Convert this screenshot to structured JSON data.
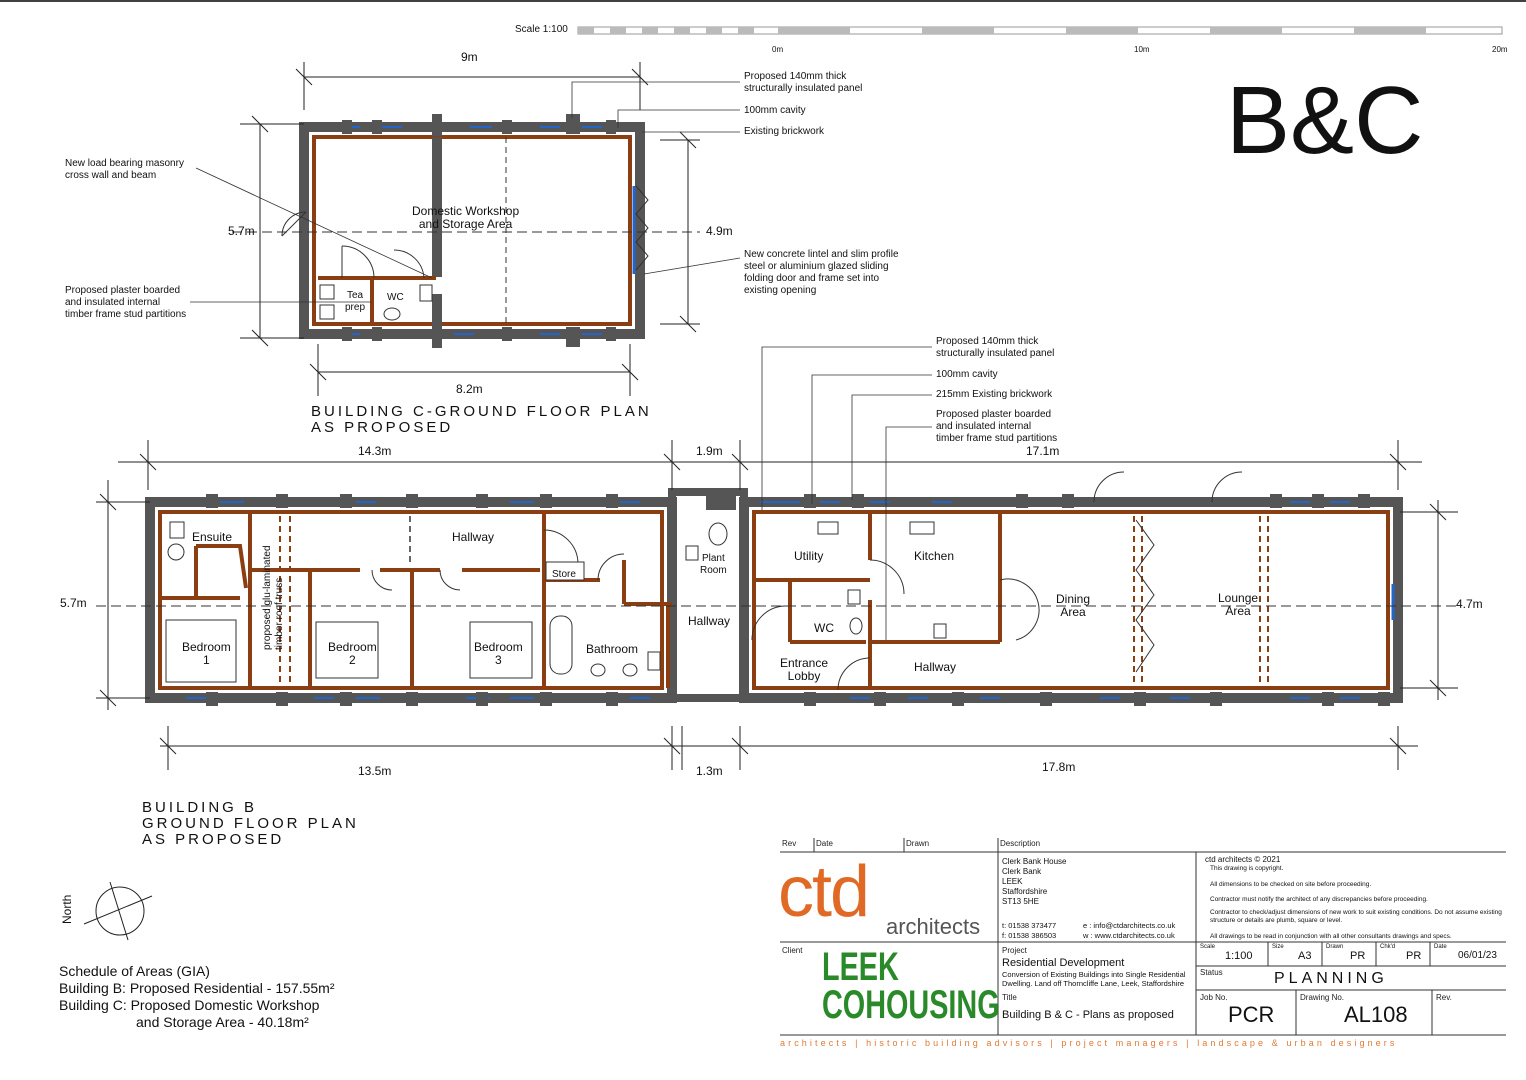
{
  "scale_bar": {
    "label": "Scale 1:100",
    "ticks": [
      "0m",
      "10m",
      "20m"
    ]
  },
  "big_title": "B&C",
  "building_c": {
    "dims": {
      "top": "9m",
      "bottom": "8.2m",
      "left": "5.7m",
      "right": "4.9m"
    },
    "rooms": {
      "workshop": "Domestic Workshop\nand Storage Area",
      "tea": "Tea\nprep",
      "wc": "WC"
    },
    "notes": {
      "panel": "Proposed 140mm thick\nstructurally insulated panel",
      "cavity": "100mm cavity",
      "brick": "Existing brickwork",
      "lintel": "New concrete lintel and slim profile\nsteel or aluminium glazed sliding\nfolding door and frame set into\nexisting opening",
      "crosswall": "New load bearing masonry\ncross wall and beam",
      "partition": "Proposed plaster boarded\nand insulated internal\ntimber frame stud partitions"
    },
    "caption": "BUILDING C-GROUND FLOOR PLAN\nAS PROPOSED"
  },
  "building_b": {
    "dims": {
      "top_left": "14.3m",
      "top_mid": "1.9m",
      "top_right": "17.1m",
      "bottom_left": "13.5m",
      "bottom_mid": "1.3m",
      "bottom_right": "17.8m",
      "left": "5.7m",
      "right": "4.7m"
    },
    "rooms": {
      "ensuite": "Ensuite",
      "hallway_top": "Hallway",
      "store": "Store",
      "plant": "Plant\nRoom",
      "utility": "Utility",
      "kitchen": "Kitchen",
      "dining": "Dining\nArea",
      "lounge": "Lounge\nArea",
      "bed1": "Bedroom\n1",
      "bed2": "Bedroom\n2",
      "bed3": "Bedroom\n3",
      "bathroom": "Bathroom",
      "hallway_mid": "Hallway",
      "wc": "WC",
      "lobby": "Entrance\nLobby",
      "hallway_bottom": "Hallway",
      "truss": "proposed glu-laminated\ntimber roof truss"
    },
    "notes": {
      "panel": "Proposed 140mm thick\nstructurally insulated panel",
      "cavity": "100mm cavity",
      "brick": "215mm Existing brickwork",
      "partition": "Proposed plaster boarded\nand insulated internal\ntimber frame stud partitions"
    },
    "caption": "BUILDING B\nGROUND FLOOR PLAN\nAS PROPOSED"
  },
  "north": "North",
  "schedule": {
    "title": "Schedule of Areas (GIA)",
    "line1": "Building B: Proposed Residential - 157.55m²",
    "line2": "Building C: Proposed Domestic Workshop",
    "line3": "and Storage Area - 40.18m²"
  },
  "title_block": {
    "headers": {
      "rev": "Rev",
      "date": "Date",
      "drawn": "Drawn",
      "description": "Description"
    },
    "logo_main": "ctd",
    "logo_sub": "architects",
    "address": "Clerk Bank House\nClerk Bank\nLEEK\nStaffordshire\nST13 5HE",
    "tel": "t: 01538 373477\nf: 01538 386503",
    "web": "e : info@ctdarchitects.co.uk\nw : www.ctdarchitects.co.uk",
    "copyright": "ctd architects © 2021",
    "notes": [
      "This drawing is copyright.",
      "All dimensions to be checked on site before proceeding.",
      "Contractor must notify the architect of any discrepancies before proceeding.",
      "Contractor to check/adjust dimensions of new work to suit existing conditions. Do not assume existing structure or details are plumb, square or level.",
      "All drawings to be read in conjunction with all other consultants drawings and specs."
    ],
    "client_label": "Client",
    "client_logo": "LEEK\nCOHOUSING",
    "project_label": "Project",
    "project": "Residential Development",
    "project_desc": "Conversion of Existing Buildings into Single Residential\nDwelling. Land off Thorncliffe Lane, Leek, Staffordshire",
    "title_label": "Title",
    "title": "Building B & C - Plans as proposed",
    "scale_label": "Scale",
    "scale": "1:100",
    "size_label": "Size",
    "size": "A3",
    "drawn_label": "Drawn",
    "drawn": "PR",
    "chkd_label": "Chk'd",
    "chkd": "PR",
    "date_label": "Date",
    "date": "06/01/23",
    "status_label": "Status",
    "status": "PLANNING",
    "job_label": "Job No.",
    "job": "PCR",
    "drawing_label": "Drawing No.",
    "drawing": "AL108",
    "rev_label": "Rev.",
    "footer": "architects | historic building advisors | project managers | landscape & urban designers"
  },
  "colors": {
    "wall": "#5a5a5a",
    "timber": "#9a4a1a",
    "glass": "#2266cc",
    "logo_orange": "#e06a25",
    "logo_green": "#2a8a2a"
  }
}
